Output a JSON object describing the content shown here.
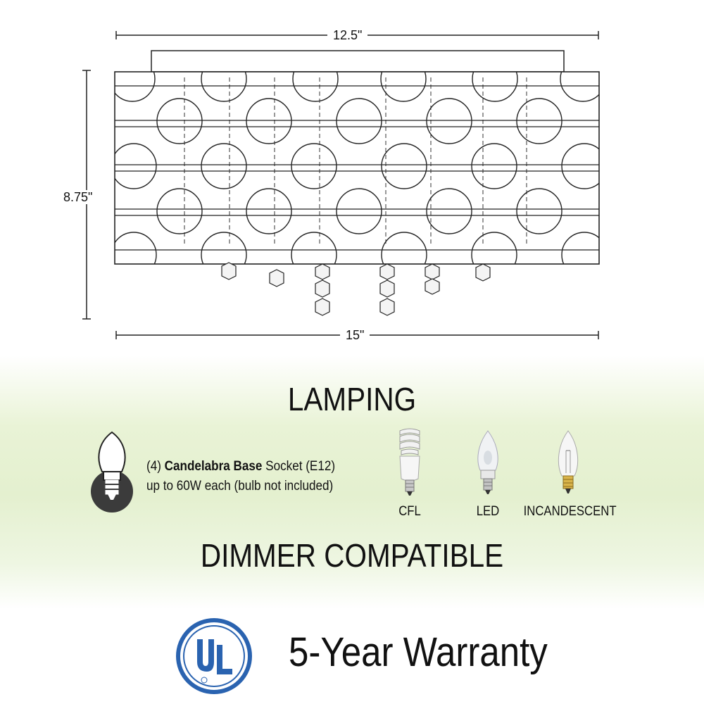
{
  "dimensions": {
    "top_width": "12.5\"",
    "height": "8.75\"",
    "bottom_width": "15\""
  },
  "lamping": {
    "heading": "LAMPING",
    "socket_count": "(4)",
    "socket_type": "Candelabra Base",
    "socket_suffix": "Socket (E12)",
    "wattage_line": "up to 60W each (bulb not included)",
    "bulb_types": [
      {
        "label": "CFL",
        "icon": "cfl-bulb-icon"
      },
      {
        "label": "LED",
        "icon": "led-bulb-icon"
      },
      {
        "label": "INCANDESCENT",
        "icon": "incandescent-bulb-icon"
      }
    ]
  },
  "dimmer": "DIMMER COMPATIBLE",
  "certification": {
    "logo_text": "UL",
    "warranty": "5-Year Warranty"
  },
  "colors": {
    "ul_blue": "#2a63b0",
    "band_green": "#e4f0cf",
    "icon_dark": "#3b3b3b"
  }
}
